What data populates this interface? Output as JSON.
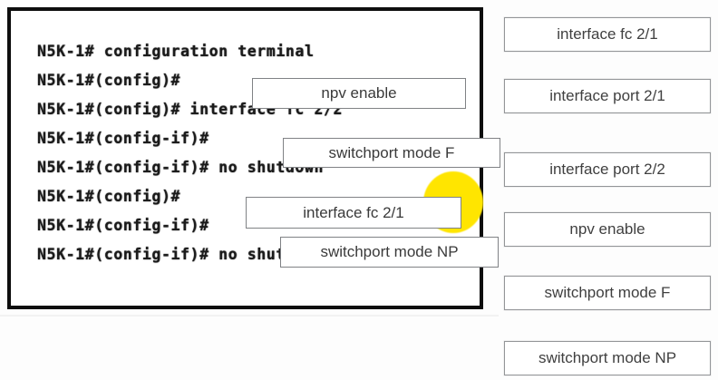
{
  "terminal": {
    "lines": [
      "N5K-1# configuration terminal",
      "N5K-1#(config)#",
      "N5K-1#(config)# interface fc 2/2",
      "N5K-1#(config-if)#",
      "N5K-1#(config-if)# no shutdown",
      "N5K-1#(config)#",
      "N5K-1#(config-if)#",
      "N5K-1#(config-if)# no shutdown"
    ]
  },
  "dropped_tiles": [
    {
      "label": "npv enable"
    },
    {
      "label": "switchport mode F"
    },
    {
      "label": "interface fc 2/1"
    },
    {
      "label": "switchport mode NP"
    }
  ],
  "options": [
    {
      "label": "interface fc 2/1"
    },
    {
      "label": "interface port 2/1"
    },
    {
      "label": "interface port 2/2"
    },
    {
      "label": "npv enable"
    },
    {
      "label": "switchport mode F"
    },
    {
      "label": "switchport mode NP"
    }
  ],
  "colors": {
    "highlight": "#ffe500",
    "tile_border": "#939598",
    "terminal_border": "#0d0d0d",
    "text": "#404040"
  }
}
